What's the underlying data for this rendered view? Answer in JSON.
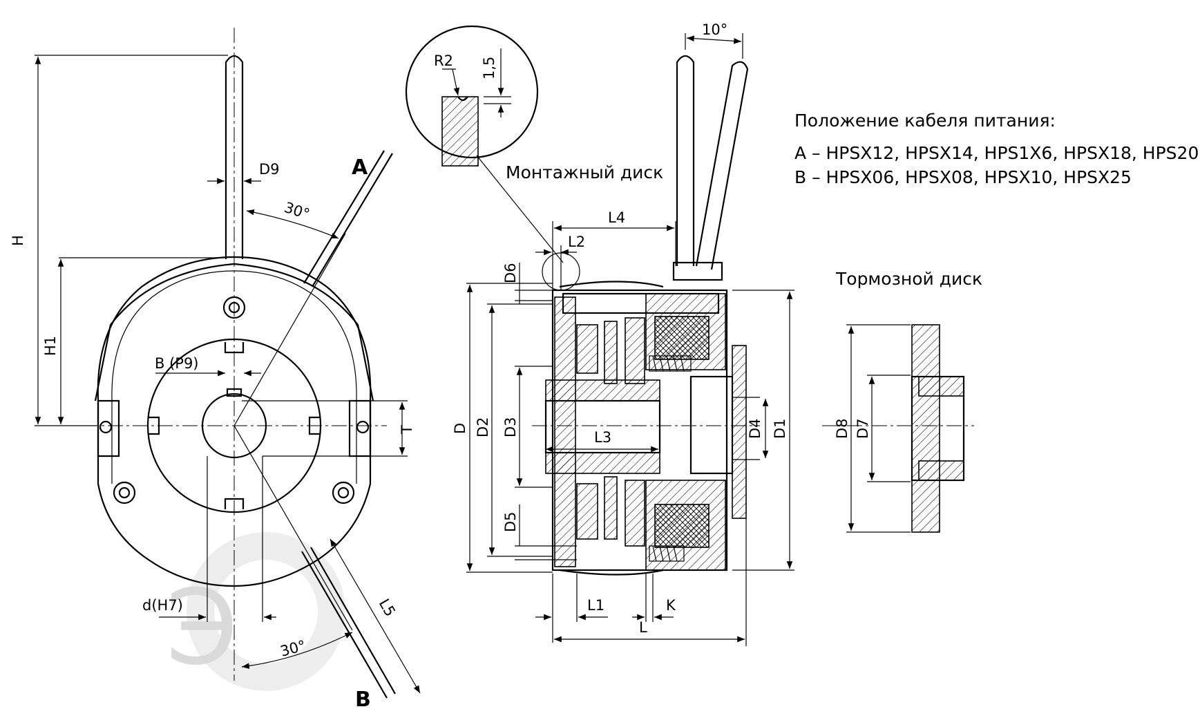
{
  "cable_note": {
    "title": "Положение кабеля питания:",
    "line_a": "A – HPSX12, HPSX14, HPS1X6, HPSX18, HPS20",
    "line_b": "B – HPSX06, HPSX08, HPSX10, HPSX25"
  },
  "captions": {
    "mounting_disc": "Монтажный диск",
    "brake_disc": "Тормозной диск"
  },
  "markers": {
    "a": "A",
    "b": "B"
  },
  "angles": {
    "top": "30°",
    "bottom": "30°",
    "lever": "10°"
  },
  "dims": {
    "H": "H",
    "H1": "H1",
    "D9": "D9",
    "B": "B (P9)",
    "T": "T",
    "d": "d(H7)",
    "L5": "L5",
    "R2": "R2",
    "t15": "1,5",
    "L4": "L4",
    "L2": "L2",
    "L3": "L3",
    "L1": "L1",
    "K": "K",
    "L": "L",
    "D": "D",
    "D2": "D2",
    "D3": "D3",
    "D5": "D5",
    "D6": "D6",
    "D4": "D4",
    "D1": "D1",
    "D8": "D8",
    "D7": "D7"
  }
}
